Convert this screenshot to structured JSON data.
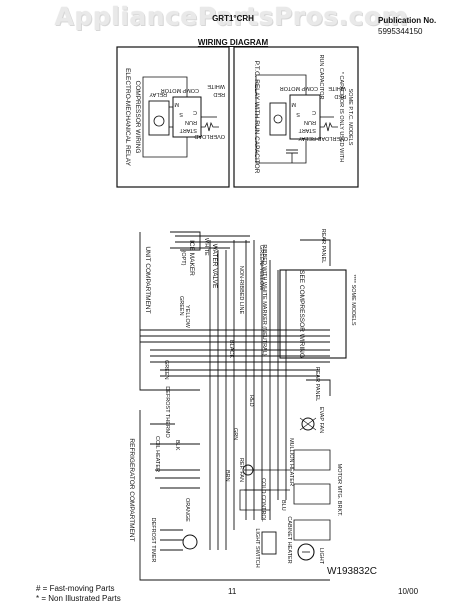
{
  "watermark": "AppliancePartsPros.com",
  "header": {
    "model": "GRT1°CRH",
    "title": "WIRING DIAGRAM",
    "publication_label": "Publication No.",
    "publication_number": "5995344150"
  },
  "footer": {
    "legend_fast": "# = Fast-moving Parts",
    "legend_non": "* = Non Illustrated Parts",
    "page": "11",
    "date": "10/00",
    "drawing_number": "W193832C"
  },
  "inset1": {
    "title": "COMPRESSOR WIRING",
    "subtitle": "ELECTRO-MECHANICAL RELAY",
    "start": "START",
    "run": "RUN",
    "relay": "RELAY",
    "comp_motor": "COMP MOTOR",
    "overload": "OVERLOAD",
    "s": "S",
    "c": "C",
    "m": "M",
    "red": "RED",
    "white": "WHITE"
  },
  "inset2": {
    "title": "P.T.C. RELAY WITH RUN CAPACITOR",
    "run_capacitor": "RUN CAPACITOR",
    "start": "START",
    "run": "RUN",
    "comp_motor": "COMP MOTOR",
    "overload_relay": "OVERLOAD RELAY",
    "s": "S",
    "c": "C",
    "m": "M",
    "red": "RED",
    "white": "WHITE",
    "note_line1": "* CAPACITOR IS ONLY USED WITH",
    "note_line2": "SOME P.T.C. MODELS"
  },
  "main": {
    "unit_compartment": "UNIT COMPARTMENT",
    "refrigerator_compartment": "REFRIGERATOR COMPARTMENT",
    "ice_maker": "ICE MAKER",
    "ice_maker_opt": "(OPT)",
    "water_valve": "WATER VALVE",
    "non_ribbed_line": "NON-RIBBED LINE",
    "ribbed_line": "RIBBED WITH WHITE MARKER (NEUTRAL)",
    "see_compressor_wiring": "SEE COMPRESSOR WIRING",
    "some_models": "**** SOME MODELS",
    "rear_panel": "REAR PANEL",
    "defrost_thermo": "DEFROST THERMO",
    "coil_heater": "COIL HEATER",
    "defrost_timer": "DEFROST TIMER",
    "cold_control": "COLD CONTROL",
    "mullion_heater": "MULLION HEATER",
    "ref_fan": "REF. FAN",
    "evap_fan": "EVAP FAN",
    "motor_mtg_brkt": "MOTOR MTG. BRKT.",
    "cabinet_heater": "CABINET HEATER",
    "light_switch": "LIGHT SWITCH",
    "light": "LIGHT",
    "wire_white": "WHITE",
    "wire_black": "BLACK",
    "wire_red": "RED",
    "wire_green": "GREEN",
    "wire_yellow": "YELLOW",
    "wire_orange": "ORANGE",
    "wire_brn": "BRN",
    "wire_blu": "BLU",
    "wire_blk": "BLK",
    "wire_grn": "GRN",
    "green_yellow": "GREEN/ YELLOW"
  }
}
